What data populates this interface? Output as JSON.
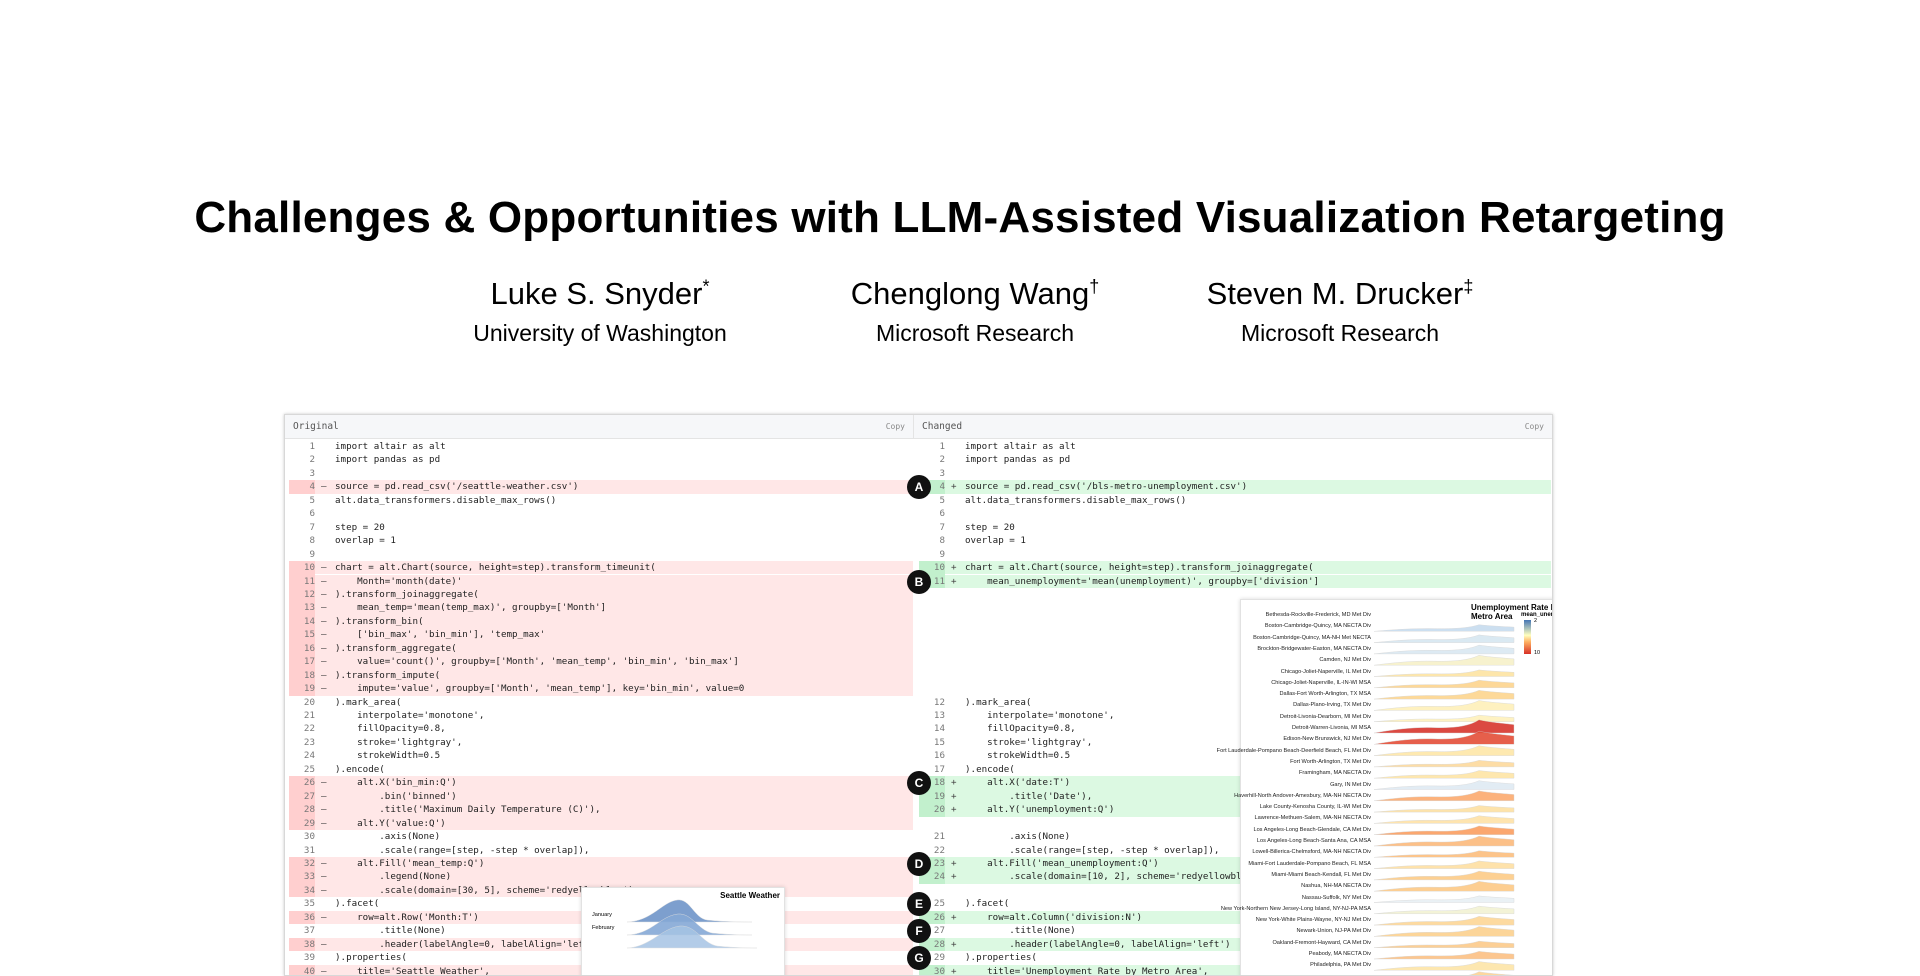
{
  "paper": {
    "title": "Challenges & Opportunities with LLM-Assisted Visualization Retargeting",
    "authors": [
      {
        "name": "Luke S. Snyder",
        "mark": "*",
        "affiliation": "University of Washington"
      },
      {
        "name": "Chenglong Wang",
        "mark": "†",
        "affiliation": "Microsoft Research"
      },
      {
        "name": "Steven M. Drucker",
        "mark": "‡",
        "affiliation": "Microsoft Research"
      }
    ]
  },
  "diff": {
    "left_header": "Original",
    "right_header": "Changed",
    "copy_label": "Copy",
    "left_lines": [
      {
        "n": "1",
        "m": "",
        "t": "import altair as alt",
        "k": ""
      },
      {
        "n": "2",
        "m": "",
        "t": "import pandas as pd",
        "k": ""
      },
      {
        "n": "3",
        "m": "",
        "t": "",
        "k": ""
      },
      {
        "n": "4",
        "m": "–",
        "t": "source = pd.read_csv('/seattle-weather.csv')",
        "k": "del"
      },
      {
        "n": "5",
        "m": "",
        "t": "alt.data_transformers.disable_max_rows()",
        "k": ""
      },
      {
        "n": "6",
        "m": "",
        "t": "",
        "k": ""
      },
      {
        "n": "7",
        "m": "",
        "t": "step = 20",
        "k": ""
      },
      {
        "n": "8",
        "m": "",
        "t": "overlap = 1",
        "k": ""
      },
      {
        "n": "9",
        "m": "",
        "t": "",
        "k": ""
      },
      {
        "n": "10",
        "m": "–",
        "t": "chart = alt.Chart(source, height=step).transform_timeunit(",
        "k": "del"
      },
      {
        "n": "11",
        "m": "–",
        "t": "    Month='month(date)'",
        "k": "del"
      },
      {
        "n": "12",
        "m": "–",
        "t": ").transform_joinaggregate(",
        "k": "del"
      },
      {
        "n": "13",
        "m": "–",
        "t": "    mean_temp='mean(temp_max)', groupby=['Month']",
        "k": "del"
      },
      {
        "n": "14",
        "m": "–",
        "t": ").transform_bin(",
        "k": "del"
      },
      {
        "n": "15",
        "m": "–",
        "t": "    ['bin_max', 'bin_min'], 'temp_max'",
        "k": "del"
      },
      {
        "n": "16",
        "m": "–",
        "t": ").transform_aggregate(",
        "k": "del"
      },
      {
        "n": "17",
        "m": "–",
        "t": "    value='count()', groupby=['Month', 'mean_temp', 'bin_min', 'bin_max']",
        "k": "del"
      },
      {
        "n": "18",
        "m": "–",
        "t": ").transform_impute(",
        "k": "del"
      },
      {
        "n": "19",
        "m": "–",
        "t": "    impute='value', groupby=['Month', 'mean_temp'], key='bin_min', value=0",
        "k": "del"
      },
      {
        "n": "20",
        "m": "",
        "t": ").mark_area(",
        "k": ""
      },
      {
        "n": "21",
        "m": "",
        "t": "    interpolate='monotone',",
        "k": ""
      },
      {
        "n": "22",
        "m": "",
        "t": "    fillOpacity=0.8,",
        "k": ""
      },
      {
        "n": "23",
        "m": "",
        "t": "    stroke='lightgray',",
        "k": ""
      },
      {
        "n": "24",
        "m": "",
        "t": "    strokeWidth=0.5",
        "k": ""
      },
      {
        "n": "25",
        "m": "",
        "t": ").encode(",
        "k": ""
      },
      {
        "n": "26",
        "m": "–",
        "t": "    alt.X('bin_min:Q')",
        "k": "del"
      },
      {
        "n": "27",
        "m": "–",
        "t": "        .bin('binned')",
        "k": "del"
      },
      {
        "n": "28",
        "m": "–",
        "t": "        .title('Maximum Daily Temperature (C)'),",
        "k": "del"
      },
      {
        "n": "29",
        "m": "–",
        "t": "    alt.Y('value:Q')",
        "k": "del"
      },
      {
        "n": "30",
        "m": "",
        "t": "        .axis(None)",
        "k": ""
      },
      {
        "n": "31",
        "m": "",
        "t": "        .scale(range=[step, -step * overlap]),",
        "k": ""
      },
      {
        "n": "32",
        "m": "–",
        "t": "    alt.Fill('mean_temp:Q')",
        "k": "del"
      },
      {
        "n": "33",
        "m": "–",
        "t": "        .legend(None)",
        "k": "del"
      },
      {
        "n": "34",
        "m": "–",
        "t": "        .scale(domain=[30, 5], scheme='redyellowblue')",
        "k": "del"
      },
      {
        "n": "35",
        "m": "",
        "t": ").facet(",
        "k": ""
      },
      {
        "n": "36",
        "m": "–",
        "t": "    row=alt.Row('Month:T')",
        "k": "del"
      },
      {
        "n": "37",
        "m": "",
        "t": "        .title(None)",
        "k": ""
      },
      {
        "n": "38",
        "m": "–",
        "t": "        .header(labelAngle=0, labelAlign='left', format='%B')",
        "k": "del"
      },
      {
        "n": "39",
        "m": "",
        "t": ").properties(",
        "k": ""
      },
      {
        "n": "40",
        "m": "–",
        "t": "    title='Seattle Weather',",
        "k": "del"
      }
    ],
    "right_lines": [
      {
        "n": "1",
        "m": "",
        "t": "import altair as alt",
        "k": "",
        "r": 0
      },
      {
        "n": "2",
        "m": "",
        "t": "import pandas as pd",
        "k": "",
        "r": 1
      },
      {
        "n": "3",
        "m": "",
        "t": "",
        "k": "",
        "r": 2
      },
      {
        "n": "4",
        "m": "+",
        "t": "source = pd.read_csv('/bls-metro-unemployment.csv')",
        "k": "add",
        "r": 3
      },
      {
        "n": "5",
        "m": "",
        "t": "alt.data_transformers.disable_max_rows()",
        "k": "",
        "r": 4
      },
      {
        "n": "6",
        "m": "",
        "t": "",
        "k": "",
        "r": 5
      },
      {
        "n": "7",
        "m": "",
        "t": "step = 20",
        "k": "",
        "r": 6
      },
      {
        "n": "8",
        "m": "",
        "t": "overlap = 1",
        "k": "",
        "r": 7
      },
      {
        "n": "9",
        "m": "",
        "t": "",
        "k": "",
        "r": 8
      },
      {
        "n": "10",
        "m": "+",
        "t": "chart = alt.Chart(source, height=step).transform_joinaggregate(",
        "k": "add",
        "r": 9
      },
      {
        "n": "11",
        "m": "+",
        "t": "    mean_unemployment='mean(unemployment)', groupby=['division']",
        "k": "add",
        "r": 10
      },
      {
        "n": "12",
        "m": "",
        "t": ").mark_area(",
        "k": "",
        "r": 19
      },
      {
        "n": "13",
        "m": "",
        "t": "    interpolate='monotone',",
        "k": "",
        "r": 20
      },
      {
        "n": "14",
        "m": "",
        "t": "    fillOpacity=0.8,",
        "k": "",
        "r": 21
      },
      {
        "n": "15",
        "m": "",
        "t": "    stroke='lightgray',",
        "k": "",
        "r": 22
      },
      {
        "n": "16",
        "m": "",
        "t": "    strokeWidth=0.5",
        "k": "",
        "r": 23
      },
      {
        "n": "17",
        "m": "",
        "t": ").encode(",
        "k": "",
        "r": 24
      },
      {
        "n": "18",
        "m": "+",
        "t": "    alt.X('date:T')",
        "k": "add",
        "r": 25
      },
      {
        "n": "19",
        "m": "+",
        "t": "        .title('Date'),",
        "k": "add",
        "r": 26
      },
      {
        "n": "20",
        "m": "+",
        "t": "    alt.Y('unemployment:Q')",
        "k": "add",
        "r": 27
      },
      {
        "n": "21",
        "m": "",
        "t": "        .axis(None)",
        "k": "",
        "r": 29
      },
      {
        "n": "22",
        "m": "",
        "t": "        .scale(range=[step, -step * overlap]),",
        "k": "",
        "r": 30
      },
      {
        "n": "23",
        "m": "+",
        "t": "    alt.Fill('mean_unemployment:Q')",
        "k": "add",
        "r": 31
      },
      {
        "n": "24",
        "m": "+",
        "t": "        .scale(domain=[10, 2], scheme='redyellowblue')",
        "k": "add",
        "r": 32
      },
      {
        "n": "25",
        "m": "",
        "t": ").facet(",
        "k": "",
        "r": 34
      },
      {
        "n": "26",
        "m": "+",
        "t": "    row=alt.Column('division:N')",
        "k": "add",
        "r": 35
      },
      {
        "n": "27",
        "m": "",
        "t": "        .title(None)",
        "k": "",
        "r": 36
      },
      {
        "n": "28",
        "m": "+",
        "t": "        .header(labelAngle=0, labelAlign='left')",
        "k": "add",
        "r": 37
      },
      {
        "n": "29",
        "m": "",
        "t": ").properties(",
        "k": "",
        "r": 38
      },
      {
        "n": "30",
        "m": "+",
        "t": "    title='Unemployment Rate by Metro Area',",
        "k": "add",
        "r": 39
      }
    ],
    "badges": [
      {
        "label": "A",
        "r": 3
      },
      {
        "label": "B",
        "r": 10
      },
      {
        "label": "C",
        "r": 25
      },
      {
        "label": "D",
        "r": 31
      },
      {
        "label": "E",
        "r": 34
      },
      {
        "label": "F",
        "r": 36
      },
      {
        "label": "G",
        "r": 38
      }
    ]
  },
  "unemployment_chart": {
    "title": "Unemployment Rate by Metro Area",
    "legend_title": "mean_unemployment",
    "legend_values": [
      "2",
      "10"
    ],
    "rows": [
      "Bethesda-Rockville-Frederick, MD Met Div",
      "Boston-Cambridge-Quincy, MA NECTA Div",
      "Boston-Cambridge-Quincy, MA-NH Met NECTA",
      "Brockton-Bridgewater-Easton, MA NECTA Div",
      "Camden, NJ Met Div",
      "Chicago-Joliet-Naperville, IL Met Div",
      "Chicago-Joliet-Naperville, IL-IN-WI MSA",
      "Dallas-Fort Worth-Arlington, TX MSA",
      "Dallas-Plano-Irving, TX Met Div",
      "Detroit-Livonia-Dearborn, MI Met Div",
      "Detroit-Warren-Livonia, MI MSA",
      "Edison-New Brunswick, NJ Met Div",
      "Fort Lauderdale-Pompano Beach-Deerfield Beach, FL Met Div",
      "Fort Worth-Arlington, TX Met Div",
      "Framingham, MA NECTA Div",
      "Gary, IN Met Div",
      "Haverhill-North Andover-Amesbury, MA-NH NECTA Div",
      "Lake County-Kenosha County, IL-WI Met Div",
      "Lawrence-Methuen-Salem, MA-NH NECTA Div",
      "Los Angeles-Long Beach-Glendale, CA Met Div",
      "Los Angeles-Long Beach-Santa Ana, CA MSA",
      "Lowell-Billerica-Chelmsford, MA-NH NECTA Div",
      "Miami-Fort Lauderdale-Pompano Beach, FL MSA",
      "Miami-Miami Beach-Kendall, FL Met Div",
      "Nashua, NH-MA NECTA Div",
      "Nassau-Suffolk, NY Met Div",
      "New York-Northern New Jersey-Long Island, NY-NJ-PA MSA",
      "New York-White Plains-Wayne, NY-NJ Met Div",
      "Newark-Union, NJ-PA Met Div",
      "Oakland-Fremont-Hayward, CA Met Div",
      "Peabody, MA NECTA Div",
      "Philadelphia, PA Met Div"
    ],
    "row_colors": [
      "#c6dbef",
      "#d6e6f1",
      "#d9e8f2",
      "#f7f1c8",
      "#fde3a0",
      "#fdd38a",
      "#fdd48c",
      "#fef0b8",
      "#fef1ba",
      "#d73027",
      "#e34a33",
      "#fee6a6",
      "#fdd99a",
      "#fee4a3",
      "#dfeaf3",
      "#fca86a",
      "#fde0a0",
      "#fee1a4",
      "#fb9c5c",
      "#fcb878",
      "#fcbc7b",
      "#fedfa0",
      "#fdca84",
      "#fdc882",
      "#e8f0f4",
      "#f2f2d2",
      "#fdd593",
      "#fcd08c",
      "#fcc987",
      "#fcbf80",
      "#fde4a6",
      "#fdd291"
    ]
  },
  "seattle_chart": {
    "title": "Seattle Weather",
    "row_labels": [
      "January",
      "February"
    ]
  }
}
